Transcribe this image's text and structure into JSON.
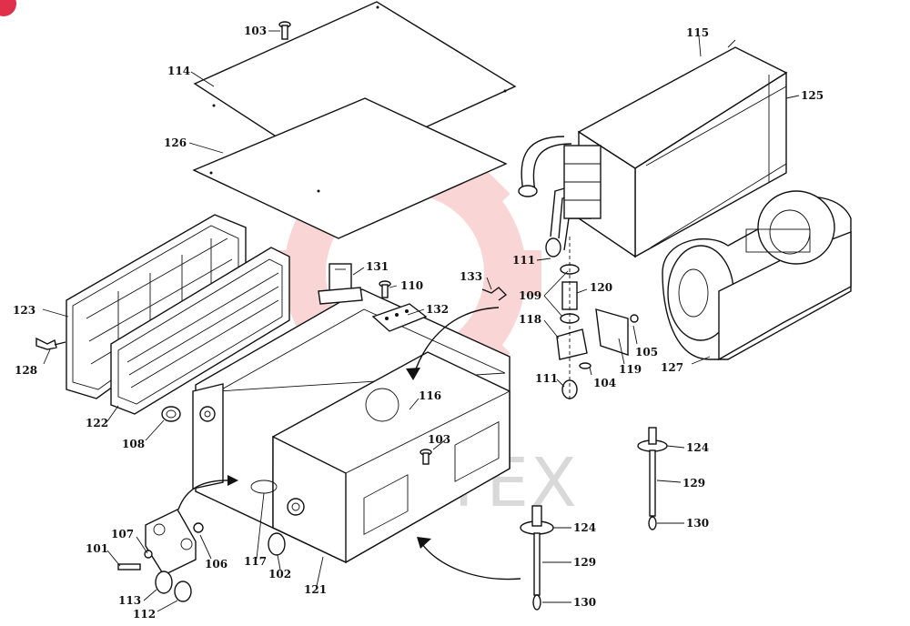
{
  "watermark": {
    "text": "ИНТЕХ",
    "color": "#f4a3a3"
  },
  "corner_badge": {
    "color": "#e0304a"
  },
  "callouts": [
    {
      "id": "c103a",
      "text": "103"
    },
    {
      "id": "c114",
      "text": "114"
    },
    {
      "id": "c126",
      "text": "126"
    },
    {
      "id": "c115",
      "text": "115"
    },
    {
      "id": "c125",
      "text": "125"
    },
    {
      "id": "c131",
      "text": "131"
    },
    {
      "id": "c110",
      "text": "110"
    },
    {
      "id": "c133",
      "text": "133"
    },
    {
      "id": "c132",
      "text": "132"
    },
    {
      "id": "c111a",
      "text": "111"
    },
    {
      "id": "c109",
      "text": "109"
    },
    {
      "id": "c120",
      "text": "120"
    },
    {
      "id": "c118",
      "text": "118"
    },
    {
      "id": "c105",
      "text": "105"
    },
    {
      "id": "c119",
      "text": "119"
    },
    {
      "id": "c104",
      "text": "104"
    },
    {
      "id": "c111b",
      "text": "111"
    },
    {
      "id": "c127",
      "text": "127"
    },
    {
      "id": "c123",
      "text": "123"
    },
    {
      "id": "c128",
      "text": "128"
    },
    {
      "id": "c122",
      "text": "122"
    },
    {
      "id": "c108",
      "text": "108"
    },
    {
      "id": "c116",
      "text": "116"
    },
    {
      "id": "c103b",
      "text": "103"
    },
    {
      "id": "c124a",
      "text": "124"
    },
    {
      "id": "c129a",
      "text": "129"
    },
    {
      "id": "c130a",
      "text": "130"
    },
    {
      "id": "c124b",
      "text": "124"
    },
    {
      "id": "c129b",
      "text": "129"
    },
    {
      "id": "c130b",
      "text": "130"
    },
    {
      "id": "c107",
      "text": "107"
    },
    {
      "id": "c101",
      "text": "101"
    },
    {
      "id": "c106",
      "text": "106"
    },
    {
      "id": "c117",
      "text": "117"
    },
    {
      "id": "c102",
      "text": "102"
    },
    {
      "id": "c121",
      "text": "121"
    },
    {
      "id": "c113",
      "text": "113"
    },
    {
      "id": "c112",
      "text": "112"
    }
  ]
}
